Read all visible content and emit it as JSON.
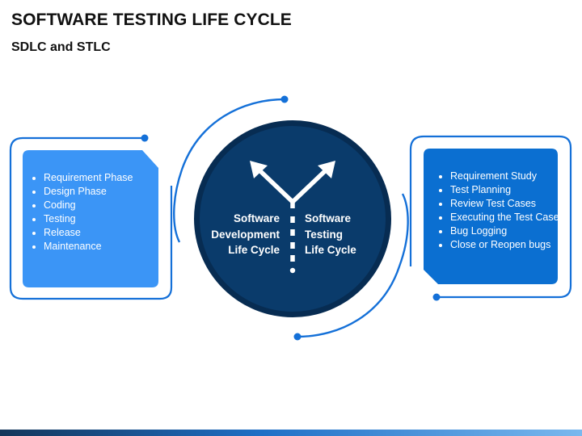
{
  "slide": {
    "title": "SOFTWARE TESTING LIFE CYCLE",
    "subtitle": "SDLC and STLC"
  },
  "left_panel": {
    "items": [
      "Requirement Phase",
      "Design Phase",
      "Coding",
      "Testing",
      "Release",
      "Maintenance"
    ]
  },
  "right_panel": {
    "items": [
      "Requirement Study",
      "Test Planning",
      "Review Test Cases",
      "Executing the Test Cases",
      "Bug Logging",
      "Close or Reopen bugs"
    ]
  },
  "center": {
    "left_label": [
      "Software",
      "Development",
      "Life Cycle"
    ],
    "right_label": [
      "Software",
      "Testing",
      "Life Cycle"
    ]
  },
  "colors": {
    "circle": "#0a3b6b",
    "circle_dark": "#072c52",
    "accent_blue": "#1470d8",
    "left_box": "#3b95f6",
    "right_box": "#0b6fd1",
    "text": "#111111"
  }
}
